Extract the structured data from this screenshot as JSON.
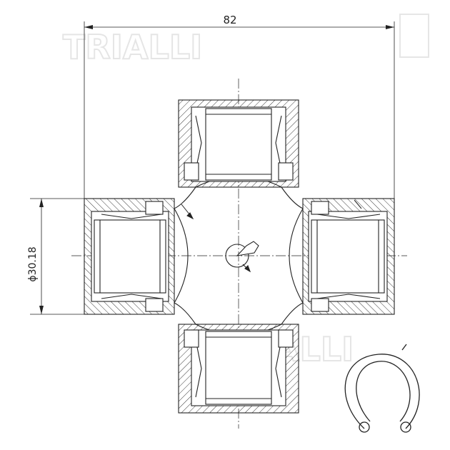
{
  "watermark": {
    "brand": "TRIALLI"
  },
  "dimensions": {
    "overall_width": "82",
    "cup_diameter": "ϕ30.18"
  }
}
